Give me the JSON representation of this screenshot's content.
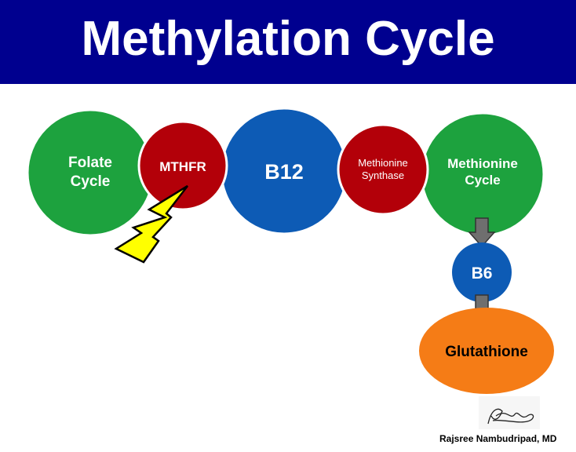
{
  "title": "Methylation Cycle",
  "nodes": {
    "folate": [
      "Folate",
      "Cycle"
    ],
    "mthfr": "MTHFR",
    "b12": "B12",
    "ms": [
      "Methionine",
      "Synthase"
    ],
    "mc": [
      "Methionine",
      "Cycle"
    ],
    "b6": "B6",
    "glutathione": "Glutathione"
  },
  "credit": "Rajsree Nambudripad, MD",
  "colors": {
    "header": "#00008f",
    "green": "#1da23e",
    "red": "#b30009",
    "blue": "#0d5bb5",
    "orange": "#f57c16",
    "bolt": "#ffff00",
    "arrow": "#6f6f6f"
  }
}
